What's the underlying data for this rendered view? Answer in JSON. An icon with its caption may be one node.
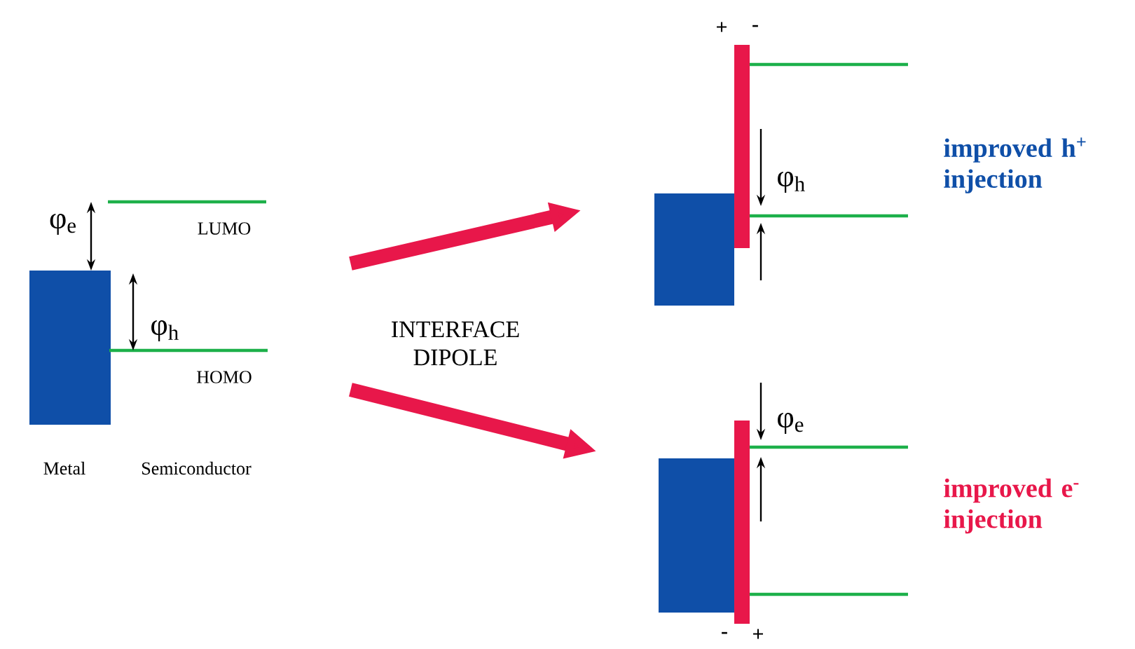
{
  "diagram": {
    "nodes": [
      {
        "text": [],
        "shape": "picture",
        "beside": [
          "Metal",
          "Semiconductor"
        ]
      },
      {
        "text": [],
        "shape": "picture",
        "beside": [
          "improved h$^{+}$ injection"
        ]
      },
      {
        "text": [],
        "shape": "picture",
        "beside": [
          "improved e$^{-}$ injection"
        ]
      }
    ],
    "edges": [
      {
        "from": 0,
        "to": 1,
        "arrow": "to"
      },
      {
        "from": 0,
        "to": 2,
        "arrow": "to"
      }
    ],
    "labels": [
      "φ$_{e}$",
      "LUMO",
      "φ$_{h}$",
      "HOMO",
      "INTERFACE DIPOLE",
      "+",
      "-",
      "φ$_{h}$",
      "φ$_{e}$",
      "-",
      "+"
    ]
  }
}
